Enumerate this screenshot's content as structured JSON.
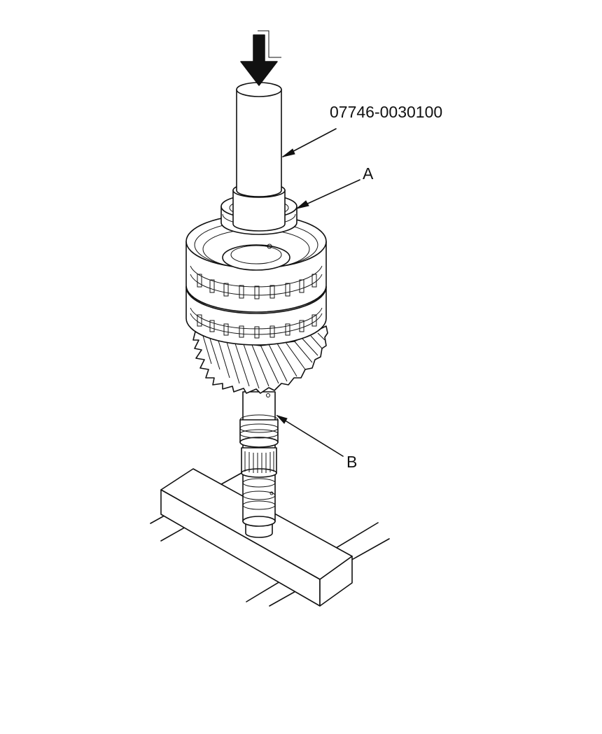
{
  "figure": {
    "tool_label": "07746-0030100",
    "label_a": "A",
    "label_b": "B"
  },
  "colors": {
    "line": "#111111",
    "background": "#ffffff"
  },
  "icons": {
    "press_direction": "down-arrow-icon"
  }
}
